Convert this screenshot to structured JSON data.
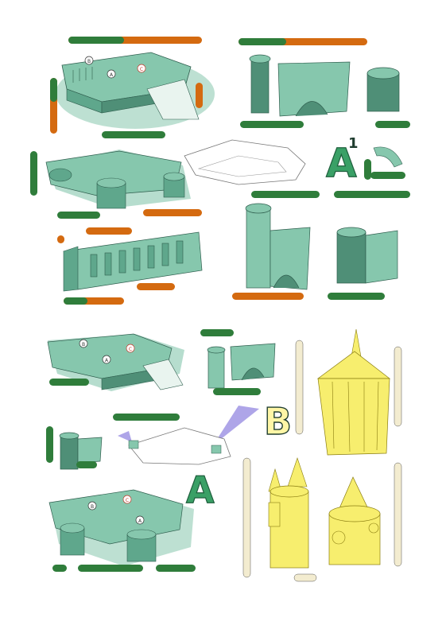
{
  "colors": {
    "green_fill": "#86c7ad",
    "green_dark": "#4f8f77",
    "green_shadow": "#5fa78c",
    "yellow_fill": "#f7ee6e",
    "yellow_dark": "#d8c93c",
    "badge_green": "#2f7d3b",
    "badge_orange": "#d46a10",
    "badge_red": "#c0392b",
    "letter_green": "#3aa066",
    "purple_beam": "#6b5bd6"
  },
  "section_letters": {
    "a1_letter": "A",
    "a1_superscript": "1",
    "b_letter": "B",
    "a_letter": "A"
  },
  "part_labels": {
    "b_label": "B",
    "a_label": "A",
    "c_label": "C"
  }
}
